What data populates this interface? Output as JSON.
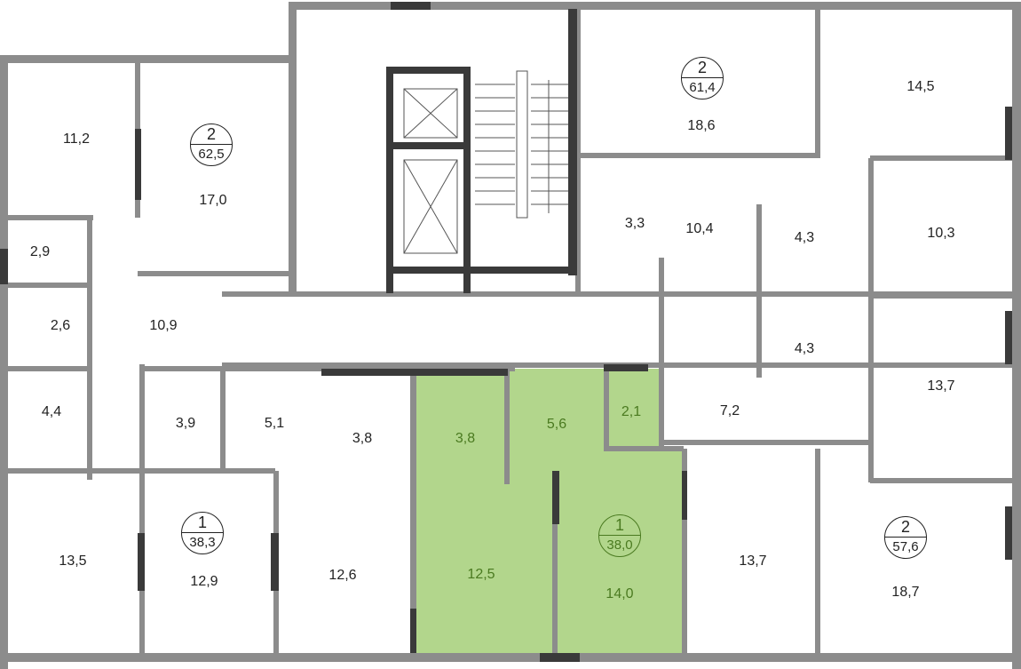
{
  "colors": {
    "selected_fill": "#b2d68c",
    "selected_text": "#4a7a20",
    "wall": "#8c8c8c",
    "wall_dark": "#3a3a3a"
  },
  "apartments": [
    {
      "rooms": "2",
      "area": "62,5"
    },
    {
      "rooms": "2",
      "area": "61,4"
    },
    {
      "rooms": "1",
      "area": "38,3"
    },
    {
      "rooms": "1",
      "area": "38,0",
      "selected": true
    },
    {
      "rooms": "2",
      "area": "57,6"
    }
  ],
  "rooms": [
    "11,2",
    "17,0",
    "2,9",
    "2,6",
    "10,9",
    "4,4",
    "3,9",
    "5,1",
    "3,8",
    "3,8",
    "5,6",
    "2,1",
    "18,6",
    "14,5",
    "3,3",
    "10,4",
    "4,3",
    "10,3",
    "4,3",
    "13,7",
    "7,2",
    "13,5",
    "12,9",
    "12,6",
    "12,5",
    "14,0",
    "13,7",
    "18,7"
  ]
}
